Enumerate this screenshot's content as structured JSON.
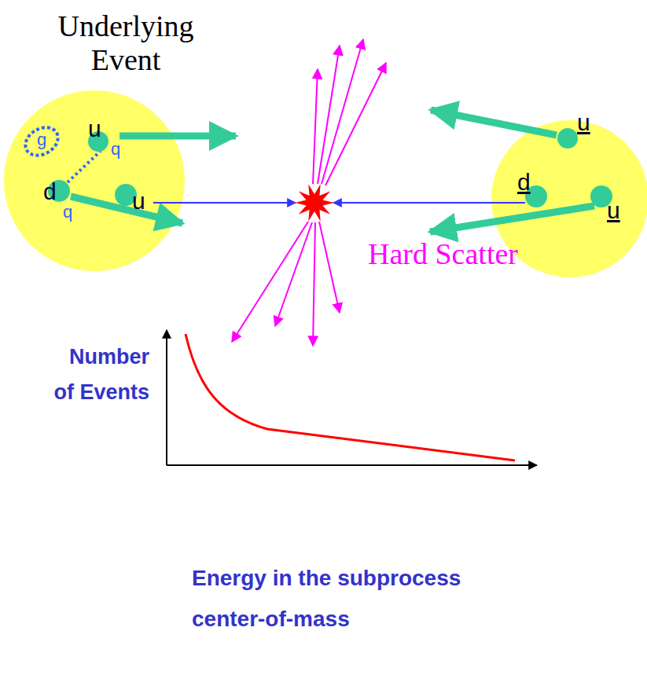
{
  "diagram": {
    "labels": [
      "Underlying Event",
      "u",
      "g",
      "q",
      "d",
      "q",
      "u",
      "u",
      "d",
      "u",
      "Hard Scatter",
      "Number of Events",
      "Energy in the subprocess center-of-mass"
    ]
  }
}
